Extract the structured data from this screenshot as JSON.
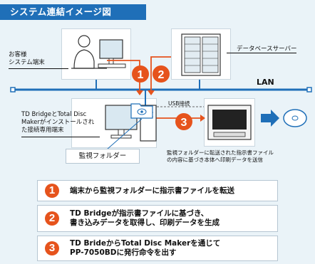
{
  "header": {
    "title": "システム連結イメージ図"
  },
  "labels": {
    "customer_terminal": [
      "お客様",
      "システム端末"
    ],
    "database_server": "データベースサーバー",
    "network": "LAN",
    "td_terminal": [
      "TD BridgeとTotal Disc",
      "Makerがインストールされ",
      "た接続専用端末"
    ],
    "usb": "USB接続",
    "monitor_folder": "監視フォルダー",
    "transfer_note": [
      "監視フォルダーに転送された指示書ファイル",
      "の内容に基づき本体へ印刷データを送信"
    ]
  },
  "badges": [
    "1",
    "2",
    "3"
  ],
  "steps": [
    {
      "number": "1",
      "lines": [
        "端末から監視フォルダーに指示書ファイルを転送"
      ]
    },
    {
      "number": "2",
      "lines": [
        "TD Bridgeが指示書ファイルに基づき、",
        "書き込みデータを取得し、印刷データを生成"
      ]
    },
    {
      "number": "3",
      "lines": [
        "TD BrideからTotal Disc Makerを通じて",
        "PP-7050BDに発行命令を出す"
      ]
    }
  ],
  "colors": {
    "title_bg": "#1f6fb8",
    "accent": "#e6531c",
    "lan": "#1f6fb8",
    "arrow_blue": "#1f6fb8",
    "background": "#eaf3f8"
  }
}
